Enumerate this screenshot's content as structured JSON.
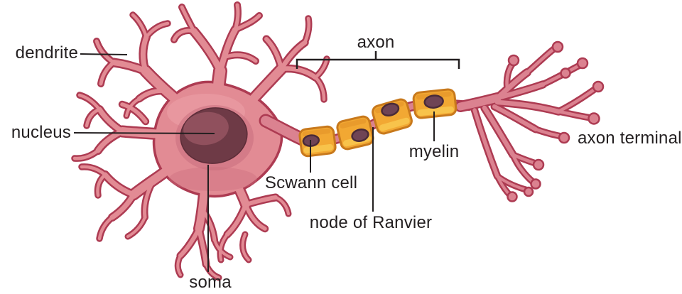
{
  "labels": {
    "dendrite": "dendrite",
    "nucleus": "nucleus",
    "soma": "soma",
    "axon": "axon",
    "schwann_cell": "Scwann cell",
    "node_of_ranvier": "node of Ranvier",
    "myelin": "myelin",
    "axon_terminal": "axon terminal"
  },
  "colors": {
    "ink": "#231F20",
    "background": "#FFFFFF",
    "pink_body": "#E28B94",
    "pink_light": "#EFA6AE",
    "pink_dark": "#CE6F7C",
    "rose_outline": "#AD3B52",
    "axon_fill": "#DB8290",
    "nucleus_dark": "#6E3A46",
    "nucleus_light": "#90505D",
    "nucleus_shadow": "#C96F7E",
    "myelin_fill": "#F2A833",
    "myelin_outline": "#C8791C",
    "myelin_light": "#F8C54E",
    "myelin_shadow": "#E08E25",
    "schwann_nucleus": "#6F4455",
    "schwann_nucleus_outline": "#4A2B38"
  }
}
